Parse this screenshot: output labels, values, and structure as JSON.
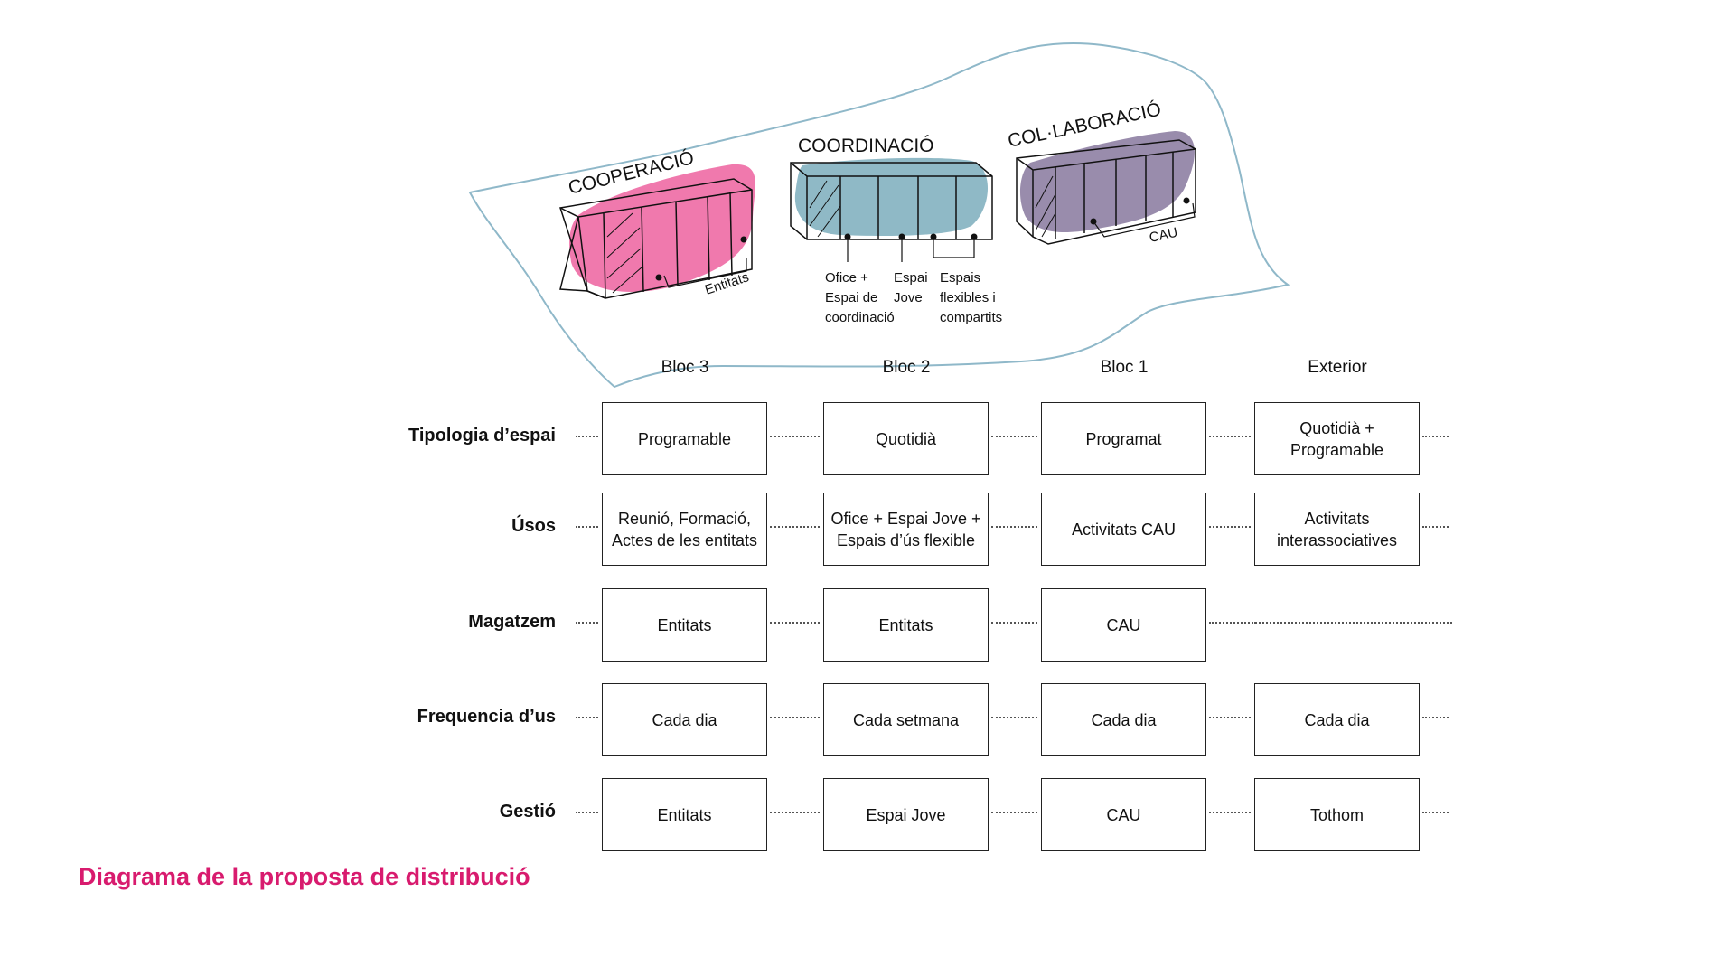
{
  "illustration": {
    "blocks": {
      "cooperacio": {
        "label": "COOPERACIÓ",
        "callout": "Entitats",
        "color": "#ee6aa4"
      },
      "coordinacio": {
        "label": "COORDINACIÓ",
        "color": "#83b1c0",
        "callouts": [
          "Ofice +\nEspai de\ncoordinació",
          "Espai\nJove",
          "Espais\nflexibles i\ncompartits"
        ]
      },
      "collaboracio": {
        "label": "COL·LABORACIÓ",
        "callout": "CAU",
        "color": "#8e7fa3"
      }
    },
    "outline_color": "#8fb8c9"
  },
  "columns": [
    "Bloc 3",
    "Bloc 2",
    "Bloc 1",
    "Exterior"
  ],
  "rows": [
    {
      "label": "Tipologia d’espai",
      "cells": [
        "Programable",
        "Quotidià",
        "Programat",
        "Quotidià  +\nProgramable"
      ]
    },
    {
      "label": "Úsos",
      "cells": [
        "Reunió, Formació,\nActes de les entitats",
        "Ofice + Espai Jove +\nEspais d’ús flexible",
        "Activitats CAU",
        "Activitats\ninterassociatives"
      ]
    },
    {
      "label": "Magatzem",
      "cells": [
        "Entitats",
        "Entitats",
        "CAU",
        ""
      ]
    },
    {
      "label": "Frequencia d’us",
      "cells": [
        "Cada dia",
        "Cada setmana",
        "Cada dia",
        "Cada dia"
      ]
    },
    {
      "label": "Gestió",
      "cells": [
        "Entitats",
        "Espai Jove",
        "CAU",
        "Tothom"
      ]
    }
  ],
  "caption": "Diagrama de la proposta de distribució",
  "accent_color": "#d81b6e"
}
